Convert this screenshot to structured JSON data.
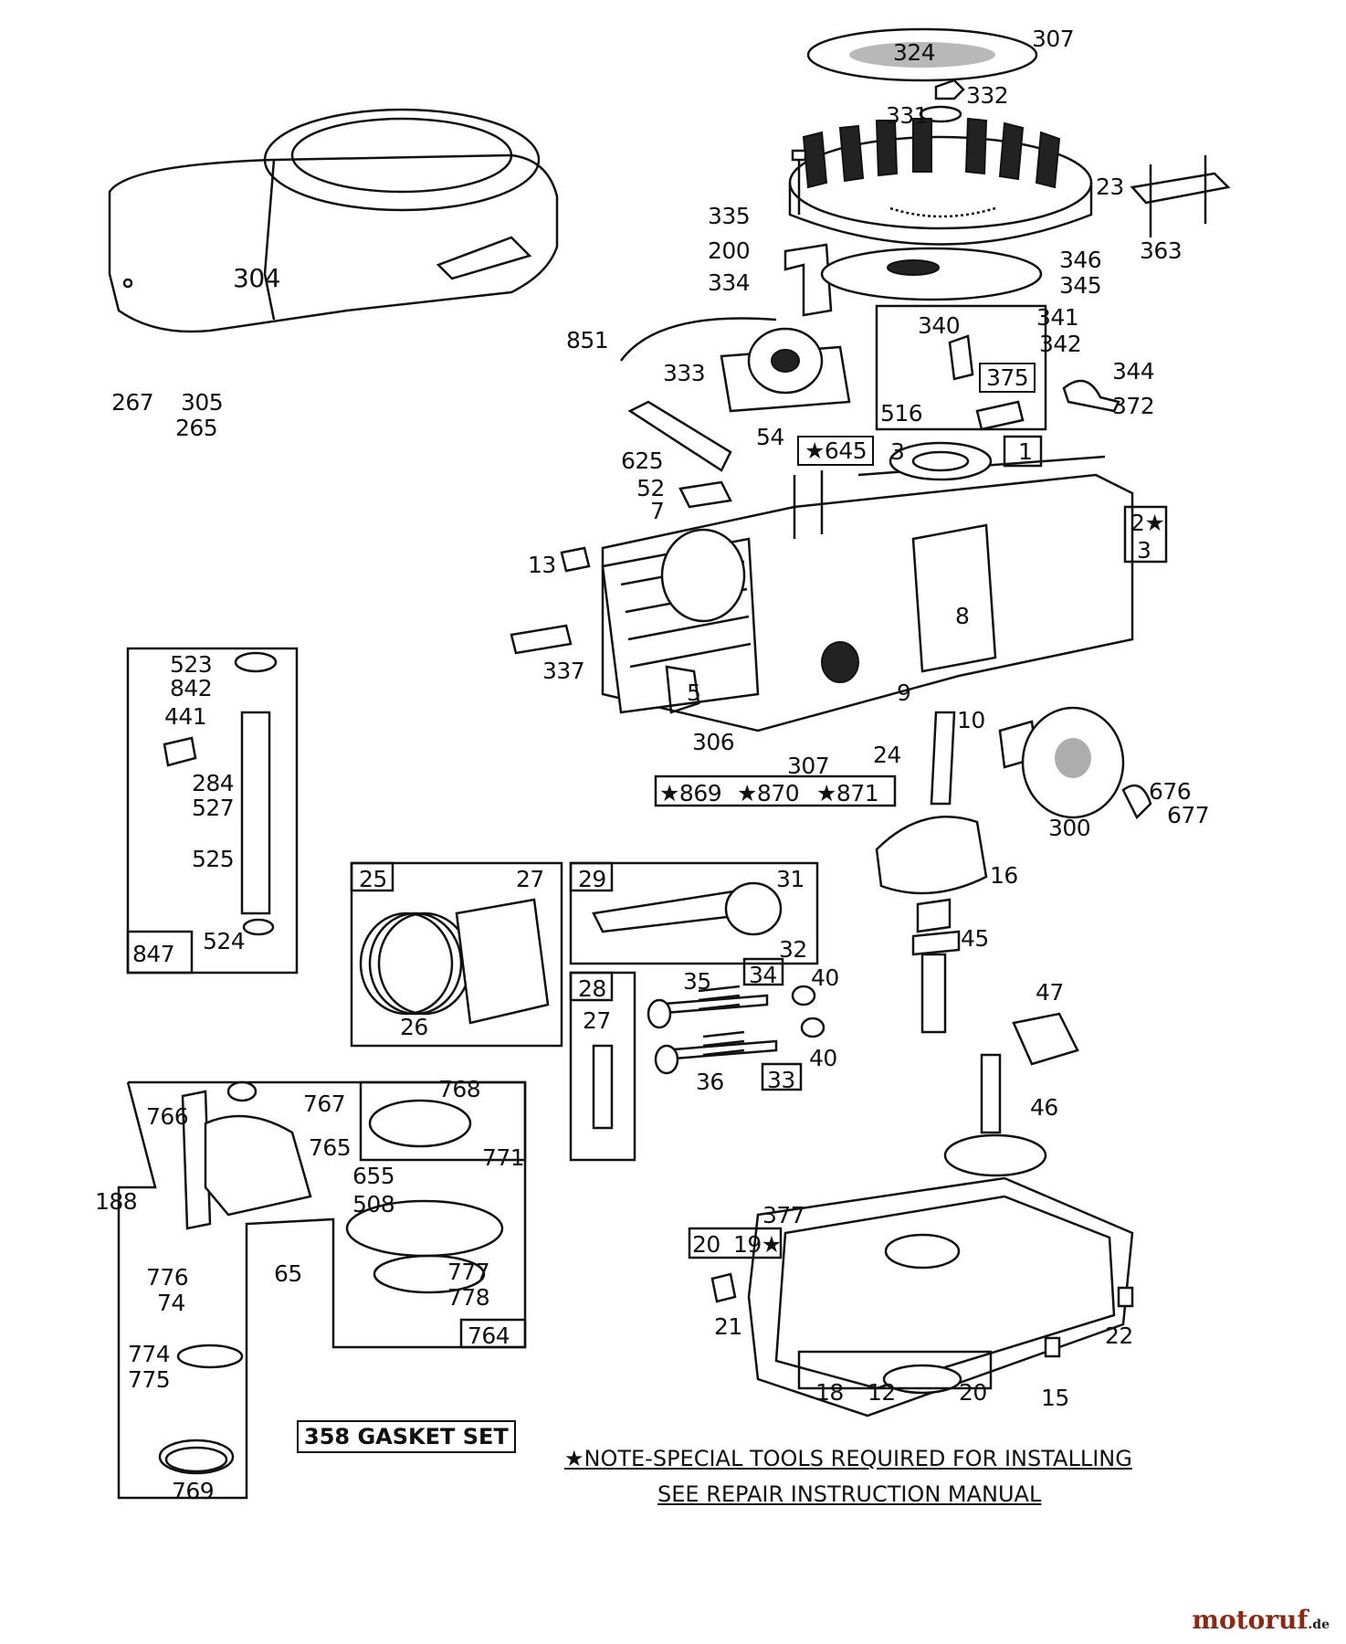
{
  "labels": {
    "l304": "304",
    "l307a": "307",
    "l324": "324",
    "l332": "332",
    "l331": "331",
    "l23": "23",
    "l335": "335",
    "l200": "200",
    "l334": "334",
    "l346": "346",
    "l345": "345",
    "l363": "363",
    "l851": "851",
    "l333": "333",
    "l340": "340",
    "l341": "341",
    "l342": "342",
    "l375": "375",
    "l344": "344",
    "l372": "372",
    "l516": "516",
    "l267": "267",
    "l305": "305",
    "l265": "265",
    "l54": "54",
    "l645": "★645",
    "l3a": "3",
    "l1": "1",
    "l625": "625",
    "l52": "52",
    "l7": "7",
    "l2": "2★",
    "l3b": "3",
    "l13": "13",
    "l8": "8",
    "l337": "337",
    "l5": "5",
    "l9": "9",
    "l10": "10",
    "l306": "306",
    "l307b": "307",
    "l24": "24",
    "l869": "★869",
    "l870": "★870",
    "l871": "★871",
    "l676": "676",
    "l677": "677",
    "l300": "300",
    "l16": "16",
    "l45": "45",
    "l523": "523",
    "l842": "842",
    "l441": "441",
    "l284": "284",
    "l527": "527",
    "l525": "525",
    "l524": "524",
    "l847": "847",
    "l25": "25",
    "l27a": "27",
    "l26": "26",
    "l29": "29",
    "l31": "31",
    "l32": "32",
    "l28": "28",
    "l27b": "27",
    "l35": "35",
    "l34": "34",
    "l40a": "40",
    "l33": "33",
    "l40b": "40",
    "l36": "36",
    "l47": "47",
    "l46": "46",
    "l766": "766",
    "l767": "767",
    "l765": "765",
    "l768": "768",
    "l771": "771",
    "l655": "655",
    "l508": "508",
    "l188": "188",
    "l65": "65",
    "l776": "776",
    "l74": "74",
    "l777": "777",
    "l778": "778",
    "l764": "764",
    "l774": "774",
    "l775": "775",
    "l769": "769",
    "l377": "377",
    "l20a": "20",
    "l19": "19★",
    "l21": "21",
    "l22": "22",
    "l18": "18",
    "l12": "12",
    "l20b": "20",
    "l15": "15"
  },
  "gasket_set": "358 GASKET SET",
  "note_line1": "★NOTE-SPECIAL TOOLS REQUIRED  FOR INSTALLING",
  "note_line2": "SEE REPAIR INSTRUCTION MANUAL",
  "watermark": {
    "main": "motoruf",
    "suffix": ".de"
  }
}
